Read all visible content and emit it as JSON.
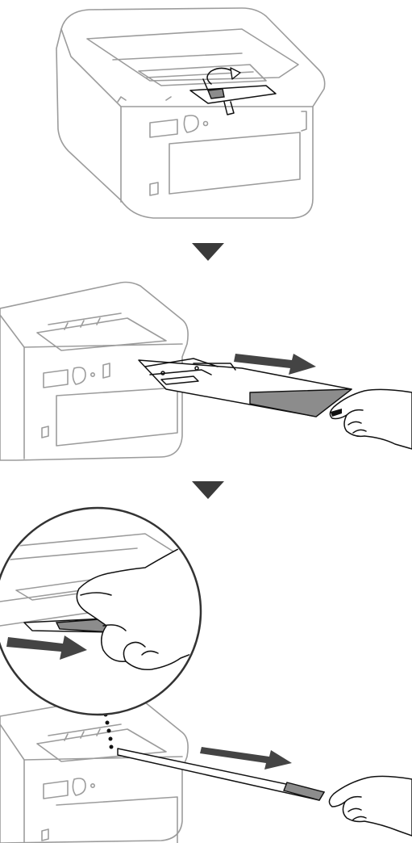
{
  "colors": {
    "printer_outline": "#9c9c9c",
    "tape_fill": "#8c8c8c",
    "arrow_fill": "#444444",
    "step_arrow": "#3a3a3a",
    "ink": "#111111",
    "background": "#ffffff"
  },
  "steps": [
    {
      "icon": "printer-with-tape-icon",
      "action": "lift-tape"
    },
    {
      "icon": "pull-right-arrow-icon",
      "action": "pull-tape-right"
    },
    {
      "icon": "pull-right-arrow-icon",
      "action": "pull-strip-right"
    }
  ]
}
